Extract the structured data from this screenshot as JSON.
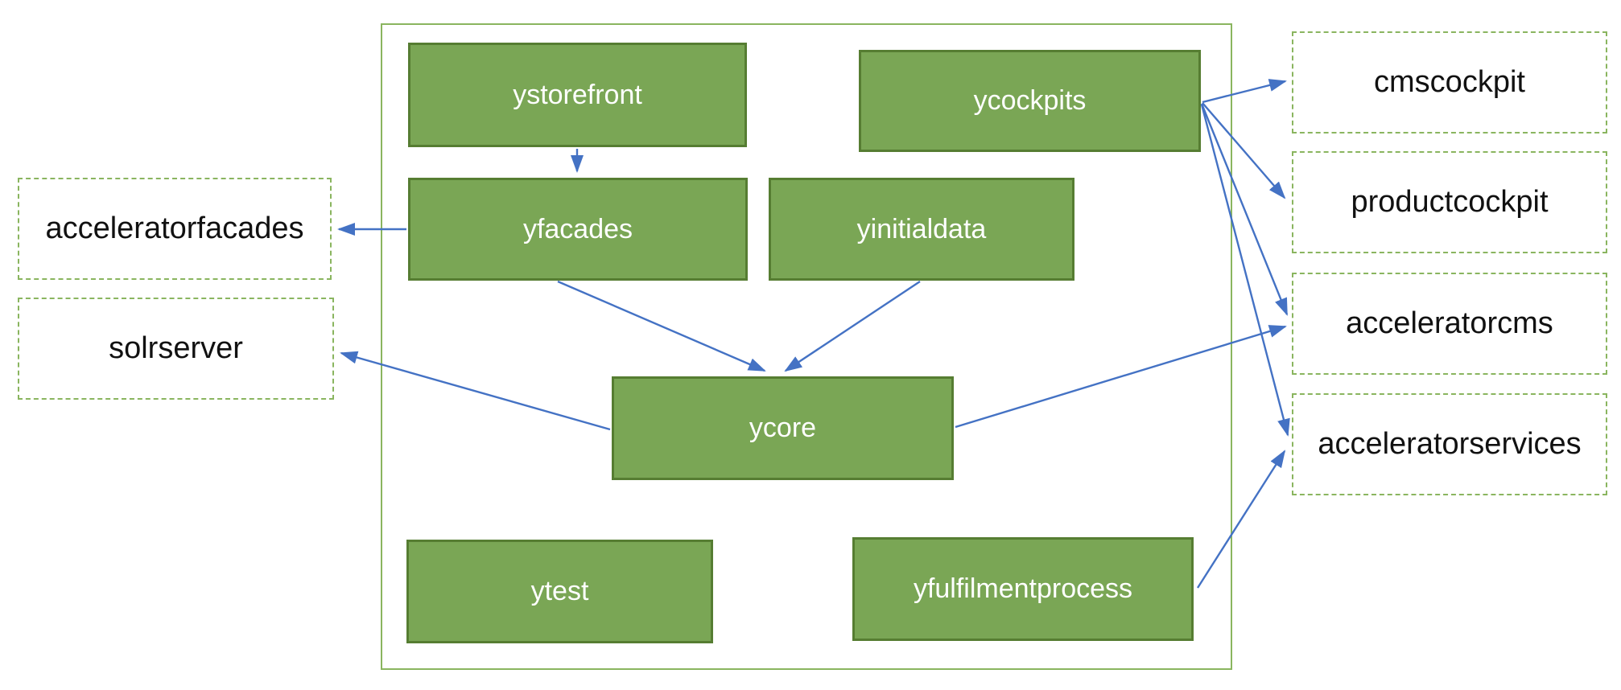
{
  "nodes": {
    "ystorefront": {
      "label": "ystorefront",
      "type": "module"
    },
    "ycockpits": {
      "label": "ycockpits",
      "type": "module"
    },
    "yfacades": {
      "label": "yfacades",
      "type": "module"
    },
    "yinitialdata": {
      "label": "yinitialdata",
      "type": "module"
    },
    "ycore": {
      "label": "ycore",
      "type": "module"
    },
    "ytest": {
      "label": "ytest",
      "type": "module"
    },
    "yfulfilmentprocess": {
      "label": "yfulfilmentprocess",
      "type": "module"
    },
    "acceleratorfacades": {
      "label": "acceleratorfacades",
      "type": "external"
    },
    "solrserver": {
      "label": "solrserver",
      "type": "external"
    },
    "cmscockpit": {
      "label": "cmscockpit",
      "type": "external"
    },
    "productcockpit": {
      "label": "productcockpit",
      "type": "external"
    },
    "acceleratorcms": {
      "label": "acceleratorcms",
      "type": "external"
    },
    "acceleratorservices": {
      "label": "acceleratorservices",
      "type": "external"
    }
  },
  "edges": [
    {
      "from": "ystorefront",
      "to": "yfacades"
    },
    {
      "from": "yfacades",
      "to": "acceleratorfacades"
    },
    {
      "from": "yfacades",
      "to": "ycore"
    },
    {
      "from": "yinitialdata",
      "to": "ycore"
    },
    {
      "from": "ycore",
      "to": "solrserver"
    },
    {
      "from": "ycore",
      "to": "acceleratorcms"
    },
    {
      "from": "ycockpits",
      "to": "cmscockpit"
    },
    {
      "from": "ycockpits",
      "to": "productcockpit"
    },
    {
      "from": "ycockpits",
      "to": "acceleratorcms"
    },
    {
      "from": "ycockpits",
      "to": "acceleratorservices"
    },
    {
      "from": "yfulfilmentprocess",
      "to": "acceleratorservices"
    }
  ],
  "colors": {
    "module_fill": "#7aa655",
    "module_border": "#567d32",
    "module_text": "#ffffff",
    "dashed_border": "#8ab55f",
    "frame_border": "#8ab55f",
    "external_text": "#111111",
    "arrow": "#4472c4"
  }
}
